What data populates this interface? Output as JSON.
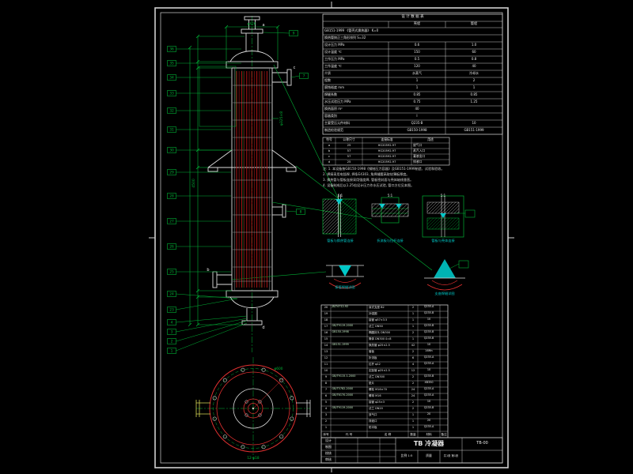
{
  "drawing": {
    "bg": "#000000",
    "frame_color": "#d0d0d0"
  },
  "colors": {
    "green": "#00b336",
    "red": "#e03030",
    "dark_red": "#6e0e0e",
    "cyan": "#00c8c8",
    "white": "#e6e6e6",
    "yellow": "#d6d655"
  },
  "dataTable": {
    "title": "设 计 数 据 表",
    "header": [
      "",
      "壳程",
      "管程"
    ],
    "span_rows": [
      "GB151-1999 《管壳式换热器》 K=0",
      "换热管按正三角形排列 S=32"
    ],
    "rows": [
      [
        "设计压力 MPa",
        "0.6",
        "1.0"
      ],
      [
        "设计温度 ℃",
        "150",
        "60"
      ],
      [
        "工作压力 MPa",
        "0.5",
        "0.8"
      ],
      [
        "工作温度 ℃",
        "120",
        "40"
      ],
      [
        "介质",
        "水蒸气",
        "冷却水"
      ],
      [
        "程数",
        "1",
        "2"
      ],
      [
        "腐蚀裕度 mm",
        "1",
        "1"
      ],
      [
        "焊缝系数",
        "0.85",
        "0.85"
      ],
      [
        "水压试验压力 MPa",
        "0.75",
        "1.25"
      ],
      [
        "换热面积 m²",
        "40",
        ""
      ],
      [
        "容器类别",
        "Ⅰ",
        ""
      ],
      [
        "主要受压元件材料",
        "Q235-B",
        "10"
      ],
      [
        "制造检验规范",
        "GB150-1998",
        "GB151-1999"
      ]
    ]
  },
  "nozzleTable": {
    "header": [
      "符号",
      "公称尺寸",
      "连接标准",
      "用途"
    ],
    "rows": [
      [
        "a",
        "25",
        "HG20592-97",
        "放气口"
      ],
      [
        "b",
        "57",
        "HG20592-97",
        "蒸汽入口"
      ],
      [
        "c",
        "57",
        "HG20592-97",
        "凝液出口"
      ],
      [
        "d",
        "25",
        "HG20592-97",
        "排液口"
      ]
    ]
  },
  "notes": [
    "注: 1. 本设备按GB150-1998《钢制压力容器》及GB151-1999制造、试验和验收。",
    "2. 焊接采用电弧焊, 焊条E4303, 角焊缝腰高取较薄板厚度。",
    "3. 换热管与管板连接采用强度焊, 管板密封面与壳体轴线垂直。",
    "4. 设备制成后以1.25倍设计压力作水压试验, 管口方位见本图。"
  ],
  "details": {
    "scales": [
      "5:1",
      "5:1",
      "5:1"
    ],
    "labels": [
      "管板与换热管连接",
      "折流板与拉杆连接",
      "管板与壳体连接"
    ],
    "weld_labels": [
      "接管焊缝详图",
      "支座焊缝详图"
    ]
  },
  "balloons": {
    "left": [
      "36",
      "35",
      "34",
      "33",
      "32",
      "31",
      "30",
      "29",
      "28",
      "27",
      "26",
      "25",
      "24",
      "23"
    ],
    "bottom": [
      "4",
      "3",
      "2",
      "1"
    ],
    "right": [
      "7",
      "8",
      "9"
    ]
  },
  "dims": {
    "overall": "4500",
    "shell": "φ325×8",
    "top_flange": "φ426",
    "bottom_flange": "φ600",
    "bolt_holes": "12-φ18"
  },
  "nozzleLetters": [
    "a",
    "c",
    "b",
    "d"
  ],
  "partsList": {
    "header": [
      "序号",
      "代  号",
      "名  称",
      "数量",
      "材料",
      "备注"
    ],
    "rows": [
      [
        "20",
        "JB/T4712-92",
        "耳式支座 B2",
        "2",
        "Q235-A",
        ""
      ],
      [
        "19",
        "",
        "补强圈",
        "1",
        "Q235-B",
        ""
      ],
      [
        "18",
        "",
        "接管 φ57×3.5",
        "1",
        "10",
        ""
      ],
      [
        "17",
        "GB/T9119-2000",
        "法兰 DN50",
        "1",
        "Q235-B",
        ""
      ],
      [
        "16",
        "GB150-1998",
        "椭圆封头 DN300",
        "2",
        "Q235-B",
        ""
      ],
      [
        "15",
        "",
        "筒体 DN300 δ=8",
        "1",
        "Q235-B",
        ""
      ],
      [
        "14",
        "GB151-1999",
        "换热管 φ25×2.5",
        "42",
        "10",
        ""
      ],
      [
        "13",
        "",
        "管板",
        "2",
        "16Mn",
        ""
      ],
      [
        "12",
        "",
        "折流板",
        "6",
        "Q235-A",
        ""
      ],
      [
        "11",
        "",
        "拉杆 φ12",
        "4",
        "Q235-A",
        ""
      ],
      [
        "10",
        "",
        "定距管 φ25×2.5",
        "12",
        "10",
        ""
      ],
      [
        "9",
        "GB/T9115.1-2000",
        "法兰 DN300",
        "2",
        "Q235-B",
        ""
      ],
      [
        "8",
        "",
        "垫片",
        "2",
        "XB350",
        ""
      ],
      [
        "7",
        "GB/T5782-2000",
        "螺栓 M16×70",
        "24",
        "Q235-A",
        ""
      ],
      [
        "6",
        "GB/T6170-2000",
        "螺母 M16",
        "24",
        "Q235-A",
        ""
      ],
      [
        "5",
        "",
        "接管 φ25×3",
        "2",
        "10",
        ""
      ],
      [
        "4",
        "GB/T9119-2000",
        "法兰 DN20",
        "2",
        "Q235-B",
        ""
      ],
      [
        "3",
        "",
        "放气口",
        "1",
        "20",
        ""
      ],
      [
        "2",
        "",
        "排液口",
        "1",
        "20",
        ""
      ],
      [
        "1",
        "",
        "防冲板",
        "1",
        "Q235-A",
        ""
      ]
    ]
  },
  "titleBlock": {
    "left_rows": [
      "设计",
      "制图",
      "校核",
      "审核"
    ],
    "title": "TB 冷凝器",
    "scale_label": "比例",
    "scale": "1:5",
    "mass_label": "质量",
    "sheet": "共1张 第1张",
    "drawing_no": "TB-00"
  }
}
